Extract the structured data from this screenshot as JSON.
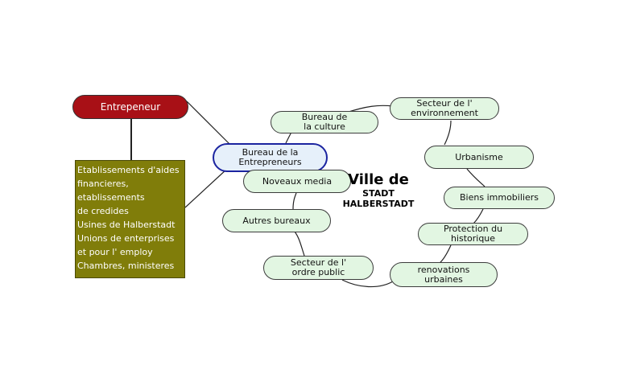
{
  "diagram": {
    "title": "Ville de",
    "subtitle_lines": [
      "STADT",
      "HALBERSTADT"
    ],
    "entrepreneur": "Entrepeneur",
    "bureau_entrepreneurs": "Bureau de la\nEntrepreneurs",
    "resources": [
      "Etablissements d'aides",
      "financieres,",
      "etablissements",
      "de credides",
      "Usines de Halberstadt",
      "Unions de enterprises",
      "et pour l' employ",
      "Chambres, ministeres"
    ],
    "nodes": {
      "bureau_culture": "Bureau de\nla culture",
      "secteur_environnement": "Secteur de l'\nenvironnement",
      "urbanisme": "Urbanisme",
      "biens_immobiliers": "Biens immobiliers",
      "protection_historique": "Protection du\nhistorique",
      "renovations_urbaines": "renovations\nurbaines",
      "secteur_ordre_public": "Secteur de l'\nordre public",
      "autres_bureaux": "Autres bureaux",
      "noveaux_media": "Noveaux media"
    },
    "colors": {
      "entrepreneur_fill": "#a81016",
      "resources_fill": "#807d0a",
      "node_fill": "#e2f6e2",
      "central_border": "#1b24a0"
    }
  }
}
